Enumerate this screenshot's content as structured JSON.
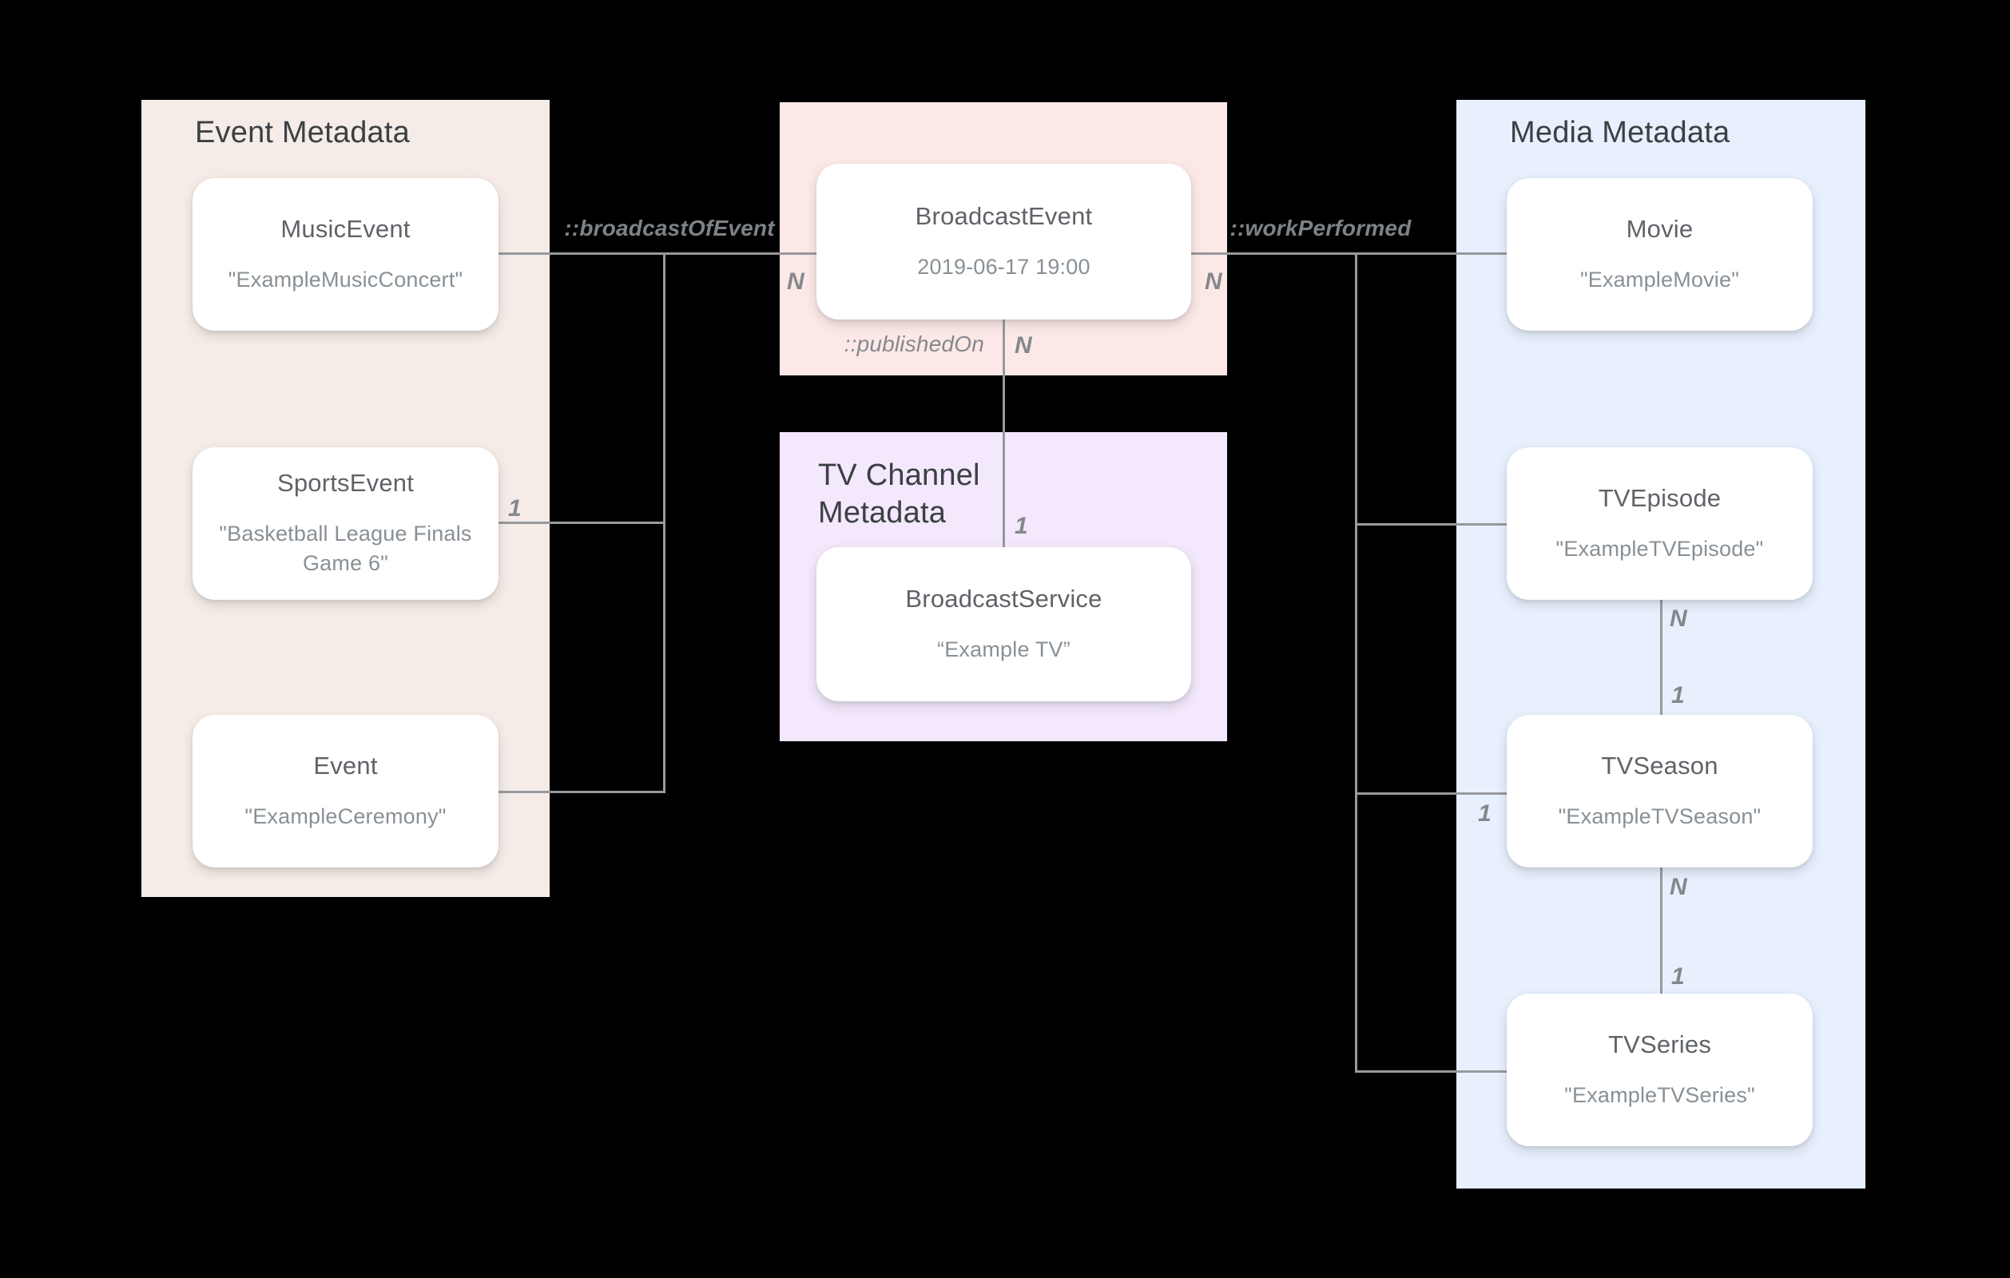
{
  "panels": {
    "event": {
      "title": "Event Metadata"
    },
    "tv_channel": {
      "title": "TV Channel Metadata"
    },
    "media": {
      "title": "Media Metadata"
    }
  },
  "nodes": {
    "music_event": {
      "title": "MusicEvent",
      "value": "\"ExampleMusicConcert\""
    },
    "sports_event": {
      "title": "SportsEvent",
      "value": "\"Basketball League Finals Game 6\""
    },
    "event": {
      "title": "Event",
      "value": "\"ExampleCeremony\""
    },
    "broadcast_event": {
      "title": "BroadcastEvent",
      "value": "2019-06-17 19:00"
    },
    "broadcast_service": {
      "title": "BroadcastService",
      "value": "“Example TV”"
    },
    "movie": {
      "title": "Movie",
      "value": "\"ExampleMovie\""
    },
    "tv_episode": {
      "title": "TVEpisode",
      "value": "\"ExampleTVEpisode\""
    },
    "tv_season": {
      "title": "TVSeason",
      "value": "\"ExampleTVSeason\""
    },
    "tv_series": {
      "title": "TVSeries",
      "value": "\"ExampleTVSeries\""
    }
  },
  "relations": {
    "broadcast_of_event": {
      "label": "::broadcastOfEvent"
    },
    "work_performed": {
      "label": "::workPerformed"
    },
    "published_on": {
      "label": "::publishedOn"
    }
  },
  "cardinalities": {
    "broadcast_event_left": "N",
    "broadcast_event_right": "N",
    "published_on_event_side": "N",
    "published_on_service_side": "1",
    "sports_event_side": "1",
    "tv_season_left_side": "1",
    "episode_to_season_n": "N",
    "episode_to_season_1": "1",
    "season_to_series_n": "N",
    "season_to_series_1": "1"
  },
  "colors": {
    "background": "#000000",
    "event_panel": "#f5ece7",
    "broadcast_panel": "#fce8e6",
    "tv_channel_panel": "#f3e8fc",
    "media_panel": "#e8f0fe",
    "card": "#ffffff",
    "line": "#97999d",
    "panel_title_text": "#3c4043",
    "card_title_text": "#5f6368",
    "card_value_text": "#889096",
    "label_text": "#7d8287"
  }
}
